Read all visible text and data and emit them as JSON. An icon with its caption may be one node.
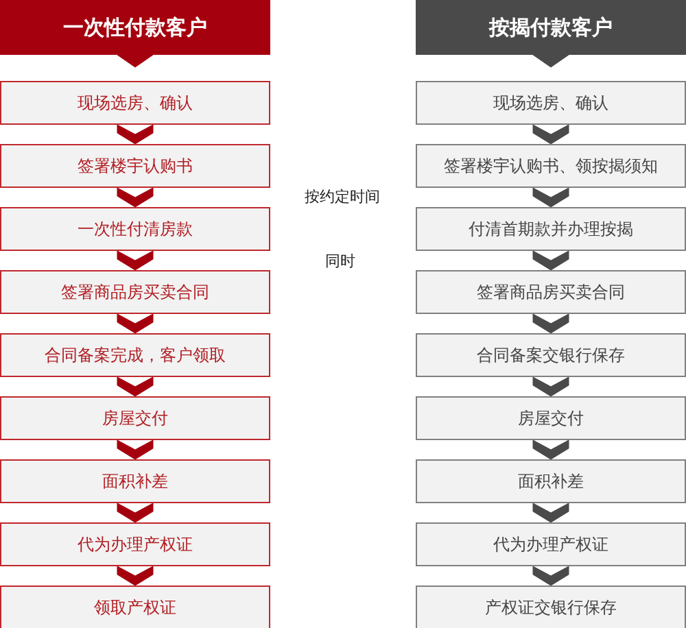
{
  "diagram": {
    "nodes": [
      {
        "text": [
          "一次性付款客户"
        ]
      },
      {
        "text": [
          "现场选房、确认"
        ]
      },
      {
        "text": [
          "签署楼宇认购书"
        ]
      },
      {
        "text": [
          "一次性付清房款"
        ]
      },
      {
        "text": [
          "签署商品房买卖合同"
        ]
      },
      {
        "text": [
          "合同备案完成，客户领取"
        ]
      },
      {
        "text": [
          "房屋交付"
        ]
      },
      {
        "text": [
          "面积补差"
        ]
      },
      {
        "text": [
          "代为办理产权证"
        ]
      },
      {
        "text": [
          "领取产权证"
        ]
      },
      {
        "text": [
          "按揭付款客户"
        ]
      },
      {
        "text": [
          "现场选房、确认"
        ]
      },
      {
        "text": [
          "签署楼宇认购书、领按揭须知"
        ]
      },
      {
        "text": [
          "付清首期款并办理按揭"
        ]
      },
      {
        "text": [
          "签署商品房买卖合同"
        ]
      },
      {
        "text": [
          "合同备案交银行保存"
        ]
      },
      {
        "text": [
          "房屋交付"
        ]
      },
      {
        "text": [
          "面积补差"
        ]
      },
      {
        "text": [
          "代为办理产权证"
        ]
      },
      {
        "text": [
          "产权证交银行保存"
        ]
      }
    ],
    "edges": [
      {
        "from": 0,
        "to": 1,
        "arrow": "to",
        "color": "#a5000e"
      },
      {
        "from": 1,
        "to": 2,
        "arrow": "to",
        "color": "#a5000e"
      },
      {
        "from": 2,
        "to": 3,
        "arrow": "to",
        "color": "#a5000e"
      },
      {
        "from": 3,
        "to": 4,
        "arrow": "to",
        "color": "#a5000e"
      },
      {
        "from": 4,
        "to": 5,
        "arrow": "to",
        "color": "#a5000e"
      },
      {
        "from": 5,
        "to": 6,
        "arrow": "to",
        "color": "#a5000e"
      },
      {
        "from": 6,
        "to": 7,
        "arrow": "to",
        "color": "#a5000e"
      },
      {
        "from": 7,
        "to": 8,
        "arrow": "to",
        "color": "#a5000e"
      },
      {
        "from": 8,
        "to": 9,
        "arrow": "to",
        "color": "#a5000e"
      },
      {
        "from": 10,
        "to": 11,
        "arrow": "to",
        "color": "#4a4a4a"
      },
      {
        "from": 11,
        "to": 12,
        "arrow": "to",
        "color": "#4a4a4a"
      },
      {
        "from": 12,
        "to": 13,
        "arrow": "to",
        "color": "#4a4a4a"
      },
      {
        "from": 13,
        "to": 14,
        "arrow": "to",
        "color": "#4a4a4a"
      },
      {
        "from": 14,
        "to": 15,
        "arrow": "to",
        "color": "#4a4a4a"
      },
      {
        "from": 15,
        "to": 16,
        "arrow": "to",
        "color": "#4a4a4a"
      },
      {
        "from": 16,
        "to": 17,
        "arrow": "to",
        "color": "#4a4a4a"
      },
      {
        "from": 17,
        "to": 18,
        "arrow": "to",
        "color": "#4a4a4a"
      },
      {
        "from": 18,
        "to": 19,
        "arrow": "to",
        "color": "#4a4a4a"
      }
    ],
    "labels": [
      "按约定时间",
      "同时"
    ]
  }
}
